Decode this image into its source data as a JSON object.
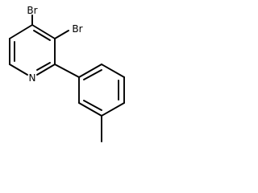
{
  "molecule": {
    "atoms": [
      {
        "symbol": "Br"
      },
      {
        "symbol": "Br"
      },
      {
        "symbol": "N"
      }
    ]
  }
}
